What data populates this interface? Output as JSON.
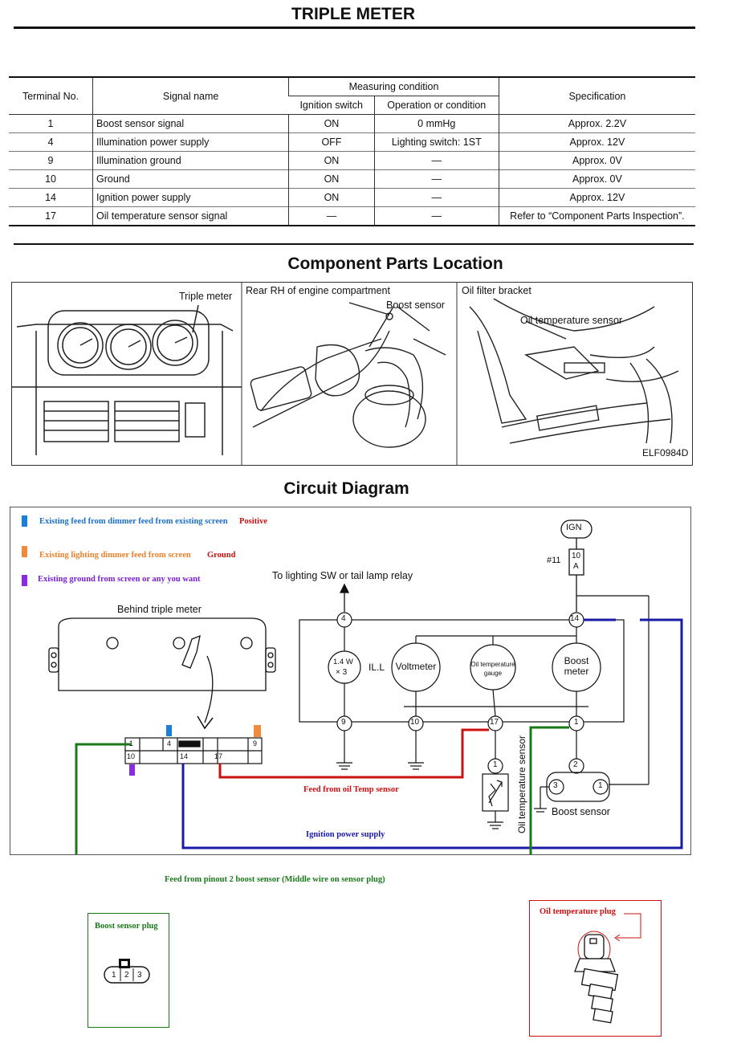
{
  "page_title": "TRIPLE METER",
  "table": {
    "headers": {
      "terminal": "Terminal No.",
      "signal": "Signal name",
      "measuring": "Measuring condition",
      "ignition": "Ignition switch",
      "operation": "Operation or condition",
      "spec": "Specification"
    },
    "rows": [
      {
        "terminal": "1",
        "signal": "Boost sensor signal",
        "ignition": "ON",
        "operation": "0 mmHg",
        "spec": "Approx. 2.2V"
      },
      {
        "terminal": "4",
        "signal": "Illumination power supply",
        "ignition": "OFF",
        "operation": "Lighting switch: 1ST",
        "spec": "Approx. 12V"
      },
      {
        "terminal": "9",
        "signal": "Illumination ground",
        "ignition": "ON",
        "operation": "—",
        "spec": "Approx. 0V"
      },
      {
        "terminal": "10",
        "signal": "Ground",
        "ignition": "ON",
        "operation": "—",
        "spec": "Approx. 0V"
      },
      {
        "terminal": "14",
        "signal": "Ignition power supply",
        "ignition": "ON",
        "operation": "—",
        "spec": "Approx. 12V"
      },
      {
        "terminal": "17",
        "signal": "Oil temperature sensor signal",
        "ignition": "—",
        "operation": "—",
        "spec": "Refer to “Component Parts Inspection”."
      }
    ]
  },
  "location": {
    "title": "Component Parts Location",
    "panel1_label": "Triple meter",
    "panel2_label": "Rear RH of engine compartment",
    "panel2_callout": "Boost sensor",
    "panel3_label": "Oil filter bracket",
    "panel3_callout": "Oil temperature sensor",
    "figure_code": "ELF0984D"
  },
  "circuit": {
    "title": "Circuit Diagram",
    "legend": [
      {
        "text": "Existing feed from dimmer feed from existing screen",
        "tag": "Positive",
        "color": "#1a7fd6",
        "text_color": "#1a6fc9",
        "tag_color": "#cc1111"
      },
      {
        "text": "Existing lighting dimmer feed from screen",
        "tag": "Ground",
        "color": "#f08a3c",
        "text_color": "#e8822e",
        "tag_color": "#cc1111"
      },
      {
        "text": "Existing ground from screen or any you want",
        "tag": "",
        "color": "#8a2be2",
        "text_color": "#7a1fd0",
        "tag_color": "#cc1111"
      }
    ],
    "ign_label": "IGN",
    "fuse_label": "#11",
    "fuse_rating_1": "10",
    "fuse_rating_2": "A",
    "lighting_label": "To lighting SW or tail lamp relay",
    "behind_label": "Behind triple meter",
    "terminals": {
      "t1": "1",
      "t2": "2",
      "t3": "3",
      "t4": "4",
      "t9": "9",
      "t10": "10",
      "t14": "14",
      "t17": "17",
      "t1b": "1"
    },
    "bulb_label_1": "1.4 W",
    "bulb_label_2": "× 3",
    "ill_label": "IL.L",
    "voltmeter": "Voltmeter",
    "oil_gauge_1": "Oil temperature",
    "oil_gauge_2": "gauge",
    "boost_meter_1": "Boost",
    "boost_meter_2": "meter",
    "oil_sensor_label": "Oil temperature sensor",
    "boost_sensor_label": "Boost sensor",
    "connector_pins": {
      "p1": "1",
      "p4": "4",
      "p9": "9",
      "p10": "10",
      "p14": "14",
      "p17": "17"
    },
    "feed_oil": "Feed from oil Temp sensor",
    "ignition_supply": "Ignition power supply",
    "feed_boost": "Feed from pinout 2 boost sensor  (Middle wire on sensor plug)",
    "colors": {
      "red": "#cc1111",
      "blue": "#1a1aa8",
      "green": "#1a7a1a"
    }
  },
  "plugs": {
    "boost_title": "Boost sensor plug",
    "boost_pins": [
      "1",
      "2",
      "3"
    ],
    "oil_title": "Oil temperature plug"
  }
}
